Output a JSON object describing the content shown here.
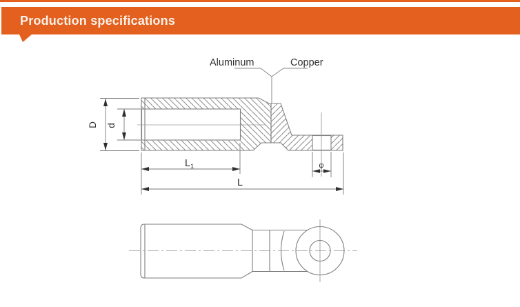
{
  "banner": {
    "title": "Production specifications",
    "bg_color": "#E4601F",
    "text_color": "#FBF2E9"
  },
  "drawing": {
    "labels": {
      "aluminum": "Aluminum",
      "copper": "Copper"
    },
    "dimensions": {
      "outer_diameter": "D",
      "bore_diameter": "d",
      "barrel_length_main": "L",
      "barrel_length_sub": "1",
      "overall_length": "L",
      "hole_diameter": "φ"
    },
    "line_color": "#7e7e7e",
    "dim_text_color": "#2f2f2f"
  }
}
